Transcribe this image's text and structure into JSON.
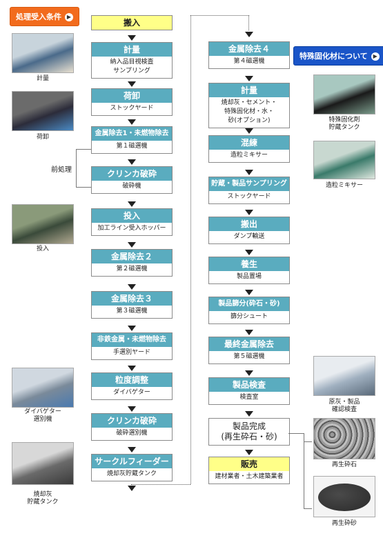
{
  "buttons": {
    "conditions": "処理受入条件",
    "special": "特殊固化材について"
  },
  "side_label": "前処理",
  "left_flow": [
    {
      "title": "搬入",
      "desc": [],
      "style": "yellow"
    },
    {
      "title": "計量",
      "desc": [
        "納入品目視検査",
        "サンプリング"
      ]
    },
    {
      "title": "荷卸",
      "desc": [
        "ストックヤード"
      ]
    },
    {
      "title": "金属除去1・未燃物除去",
      "desc": [
        "第１磁選機"
      ],
      "small": true
    },
    {
      "title": "クリンカ破砕",
      "desc": [
        "破砕機"
      ]
    },
    {
      "title": "投入",
      "desc": [
        "加工ライン受入ホッパー"
      ]
    },
    {
      "title": "金属除去２",
      "desc": [
        "第２磁選機"
      ]
    },
    {
      "title": "金属除去３",
      "desc": [
        "第３磁選機"
      ]
    },
    {
      "title": "非鉄金属・未燃物除去",
      "desc": [
        "手選別ヤード"
      ],
      "small": true
    },
    {
      "title": "粒度調整",
      "desc": [
        "ダイバゲター"
      ]
    },
    {
      "title": "クリンカ破砕",
      "desc": [
        "破砕選別機"
      ]
    },
    {
      "title": "サークルフィーダー",
      "desc": [
        "焼却灰貯蔵タンク"
      ]
    }
  ],
  "right_flow": [
    {
      "title": "金属除去４",
      "desc": [
        "第４磁選機"
      ]
    },
    {
      "title": "計量",
      "desc": [
        "焼却灰・セメント・",
        "特殊固化材・水・",
        "砂(オプション)"
      ]
    },
    {
      "title": "混練",
      "desc": [
        "造粒ミキサー"
      ]
    },
    {
      "title": "貯蔵・製品サンプリング",
      "desc": [
        "ストックヤード"
      ],
      "small": true
    },
    {
      "title": "搬出",
      "desc": [
        "ダンプ輸送"
      ]
    },
    {
      "title": "養生",
      "desc": [
        "製品置場"
      ]
    },
    {
      "title": "製品篩分(砕石・砂)",
      "desc": [
        "篩分シュート"
      ],
      "small": true
    },
    {
      "title": "最終金属除去",
      "desc": [
        "第５磁選機"
      ]
    },
    {
      "title": "製品検査",
      "desc": [
        "検査室"
      ]
    },
    {
      "title": "",
      "desc": [
        "製品完成",
        "(再生砕石・砂)"
      ],
      "style": "white"
    },
    {
      "title": "販売",
      "desc": [
        "建材業者・土木建築業者"
      ],
      "style": "yellow"
    }
  ],
  "left_photos": [
    {
      "caption": [
        "計量"
      ],
      "icon": "weighing-office-photo"
    },
    {
      "caption": [
        "荷卸"
      ],
      "icon": "truck-unloading-photo"
    },
    {
      "caption": [
        "投入"
      ],
      "icon": "hopper-input-photo"
    },
    {
      "caption": [
        "ダイバゲター",
        "選別機"
      ],
      "icon": "sorting-machine-photo"
    },
    {
      "caption": [
        "焼却灰",
        "貯蔵タンク"
      ],
      "icon": "ash-tank-photo"
    }
  ],
  "right_photos": [
    {
      "caption": [
        "特殊固化剤",
        "貯蔵タンク"
      ],
      "icon": "solidifier-tank-photo"
    },
    {
      "caption": [
        "造粒ミキサー"
      ],
      "icon": "mixer-photo"
    },
    {
      "caption": [
        "原灰・製品",
        "確認検査"
      ],
      "icon": "lab-inspection-photo"
    },
    {
      "caption": [
        "再生砕石"
      ],
      "icon": "recycled-gravel-photo"
    },
    {
      "caption": [
        "再生砕砂"
      ],
      "icon": "recycled-sand-photo"
    }
  ]
}
